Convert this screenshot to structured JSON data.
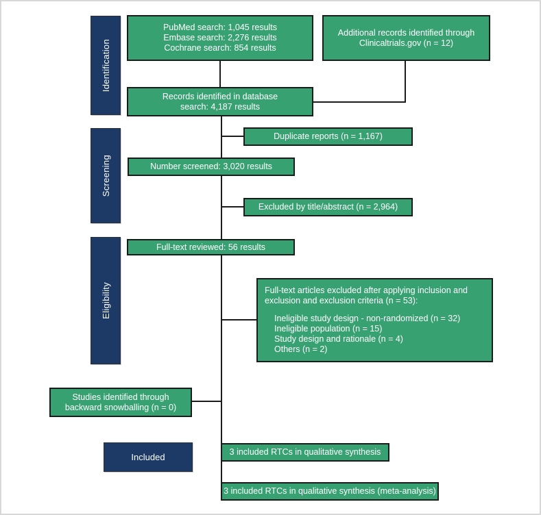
{
  "figure": {
    "type": "prisma-flow-diagram",
    "colors": {
      "box_green": "#37a172",
      "stage_navy": "#1d3a66",
      "line": "#1b1b1b",
      "text": "#ffffff",
      "frame": "#d8d8d8"
    }
  },
  "stages": {
    "identification": "Identification",
    "screening": "Screening",
    "eligibility": "Eligibility",
    "included": "Included"
  },
  "boxes": {
    "db_search": {
      "lines": [
        "PubMed search: 1,045 results",
        "Embase search: 2,276 results",
        "Cochrane search: 854 results"
      ]
    },
    "additional": {
      "lines": [
        "Additional records identified through",
        "Clinicaltrials.gov (n = 12)"
      ]
    },
    "records_identified": {
      "lines": [
        "Records identified in database",
        "search: 4,187 results"
      ]
    },
    "duplicates": {
      "text": "Duplicate reports (n = 1,167)"
    },
    "screened": {
      "text": "Number screened: 3,020 results"
    },
    "excluded_title_abstract": {
      "text": "Excluded by title/abstract (n = 2,964)"
    },
    "full_text_reviewed": {
      "text": "Full-text reviewed: 56 results"
    },
    "full_text_excluded": {
      "header": [
        "Full-text articles excluded after applying inclusion and",
        "exclusion and exclusion criteria (n = 53):"
      ],
      "items": [
        "Ineligible study design - non-randomized (n = 32)",
        "Ineligible population (n = 15)",
        "Study design and rationale (n = 4)",
        "Others (n = 2)"
      ]
    },
    "snowballing": {
      "lines": [
        "Studies identified through",
        "backward snowballing (n = 0)"
      ]
    },
    "qualitative_synthesis": {
      "text": "3 included RTCs in qualitative synthesis"
    },
    "meta_analysis": {
      "text": "3 included RTCs in qualitative synthesis (meta-analysis)"
    }
  }
}
